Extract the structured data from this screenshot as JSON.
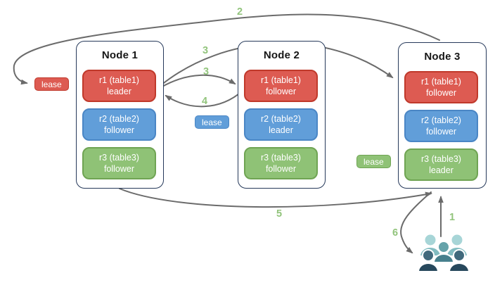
{
  "nodes": [
    {
      "title": "Node 1",
      "replicas": [
        {
          "name": "r1 (table1)",
          "role": "leader",
          "color": "#dd5b52"
        },
        {
          "name": "r2 (table2)",
          "role": "follower",
          "color": "#619ed9"
        },
        {
          "name": "r3 (table3)",
          "role": "follower",
          "color": "#8fc276"
        }
      ]
    },
    {
      "title": "Node 2",
      "replicas": [
        {
          "name": "r1 (table1)",
          "role": "follower",
          "color": "#dd5b52"
        },
        {
          "name": "r2 (table2)",
          "role": "leader",
          "color": "#619ed9"
        },
        {
          "name": "r3 (table3)",
          "role": "follower",
          "color": "#8fc276"
        }
      ]
    },
    {
      "title": "Node 3",
      "replicas": [
        {
          "name": "r1 (table1)",
          "role": "follower",
          "color": "#dd5b52"
        },
        {
          "name": "r2 (table2)",
          "role": "follower",
          "color": "#619ed9"
        },
        {
          "name": "r3 (table3)",
          "role": "leader",
          "color": "#8fc276"
        }
      ]
    }
  ],
  "leases": [
    {
      "label": "lease",
      "for": "r1 (table1)",
      "color": "#dd5b52"
    },
    {
      "label": "lease",
      "for": "r2 (table2)",
      "color": "#619ed9"
    },
    {
      "label": "lease",
      "for": "r3 (table3)",
      "color": "#8fc276"
    }
  ],
  "steps": {
    "s1": "1",
    "s2": "2",
    "s3a": "3",
    "s3b": "3",
    "s4": "4",
    "s5": "5",
    "s6": "6"
  },
  "colors": {
    "red": "#dd5b52",
    "blue": "#619ed9",
    "green": "#8fc276",
    "node_border": "#26395a",
    "arrow": "#6b6b6b",
    "step_label": "#92c47c",
    "users_light": "#a7d5d7",
    "users_mid": "#47808d",
    "users_dark": "#27485c"
  }
}
